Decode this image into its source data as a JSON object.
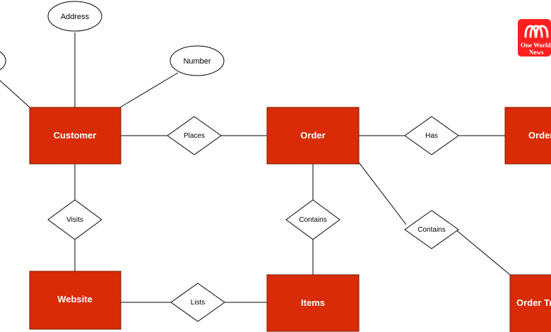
{
  "colors": {
    "entity_fill": "#d92b06",
    "entity_stroke": "#7a1a05",
    "line": "#000000",
    "shape_fill": "#ffffff",
    "logo_bg": "#ff1f1f"
  },
  "entities": {
    "customer": "Customer",
    "order": "Order",
    "order_right": "Order",
    "website": "Website",
    "items": "Items",
    "order_tracking": "Order Tra"
  },
  "attributes": {
    "address": "Address",
    "number": "Number"
  },
  "relationships": {
    "places": "Places",
    "has": "Has",
    "visits": "Visits",
    "contains_items": "Contains",
    "contains_tracking": "Contains",
    "lists": "Lists"
  },
  "logo": {
    "icon": "one-world-news-logo-icon",
    "line1": "One World",
    "line2": "News"
  }
}
